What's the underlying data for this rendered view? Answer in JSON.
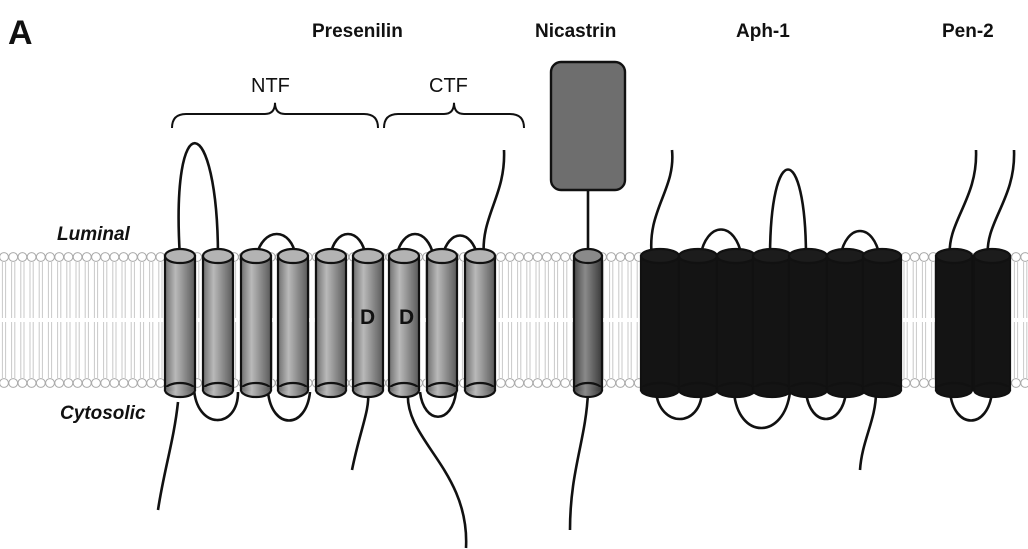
{
  "figure": {
    "panel_label": "A",
    "proteins": [
      {
        "name": "Presenilin"
      },
      {
        "name": "Nicastrin"
      },
      {
        "name": "Aph-1"
      },
      {
        "name": "Pen-2"
      }
    ],
    "presenilin_fragments": [
      "NTF",
      "CTF"
    ],
    "sides": {
      "luminal": "Luminal",
      "cytosolic": "Cytosolic"
    },
    "residues": [
      "D",
      "D"
    ]
  },
  "colors": {
    "presenilin": "#9a9a9a",
    "nicastrin": "#6e6e6e",
    "aph_pen": "#141414",
    "membrane_lipid": "#c8c8c8"
  }
}
